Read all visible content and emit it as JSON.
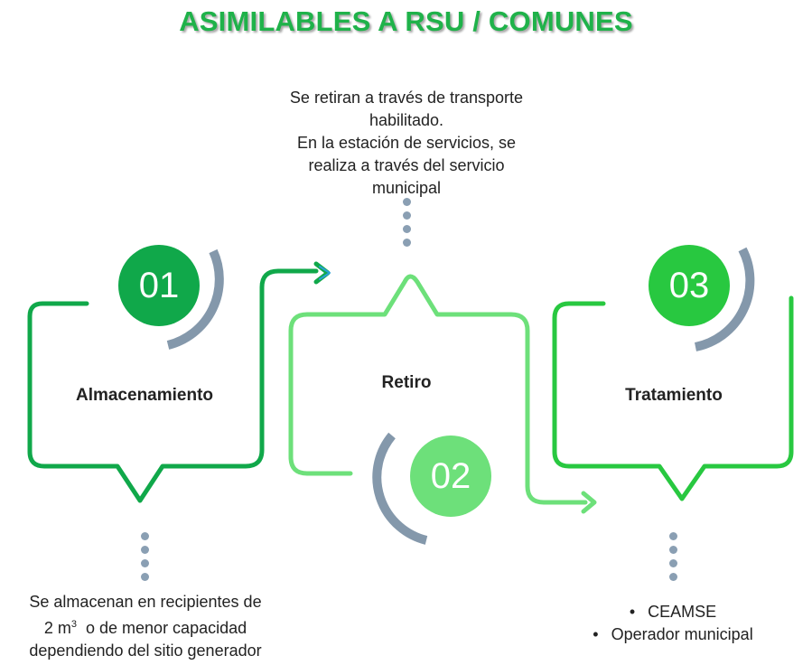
{
  "title": "ASIMILABLES A RSU / COMUNES",
  "colors": {
    "dark_green": "#10a84a",
    "light_green": "#6de07a",
    "bright_green": "#28c840",
    "arc_gray": "#8498ab",
    "dot_gray": "#8a9fb3"
  },
  "steps": [
    {
      "number": "01",
      "label": "Almacenamiento"
    },
    {
      "number": "02",
      "label": "Retiro"
    },
    {
      "number": "03",
      "label": "Tratamiento"
    }
  ],
  "descriptions": {
    "retiro": [
      "Se retiran a través de transporte",
      "habilitado.",
      "En la estación de servicios, se",
      "realiza a través del servicio",
      "municipal"
    ],
    "almacenamiento": {
      "line1": "Se almacenan en recipientes de",
      "line2_prefix": "2 m",
      "line2_sup": "3",
      "line2_suffix": "  o de menor capacidad",
      "line3": "dependiendo del sitio generador"
    },
    "tratamiento": [
      "CEAMSE",
      "Operador municipal"
    ]
  }
}
